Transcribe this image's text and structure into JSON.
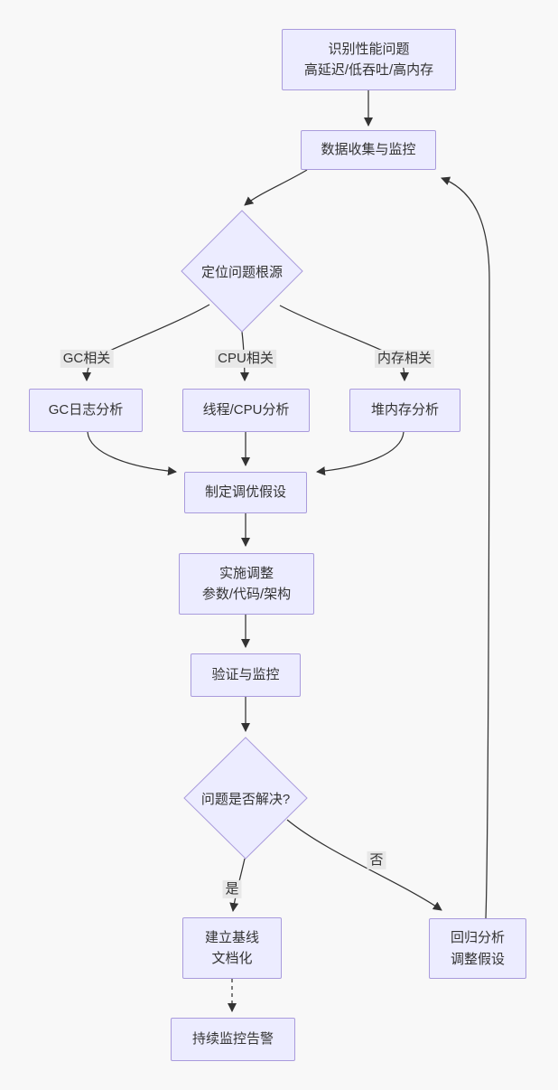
{
  "diagram": {
    "type": "flowchart",
    "direction": "top-down",
    "colors": {
      "background": "#f8f8f8",
      "node_fill": "#ECECFF",
      "node_border": "#A99BDC",
      "edge_stroke": "#333333",
      "edge_label_bg": "#e8e8e8",
      "text": "#333333"
    },
    "nodes": {
      "identify": {
        "label": "识别性能问题\n高延迟/低吞吐/高内存",
        "shape": "rect"
      },
      "collect": {
        "label": "数据收集与监控",
        "shape": "rect"
      },
      "locate": {
        "label": "定位问题根源",
        "shape": "diamond"
      },
      "gc_analysis": {
        "label": "GC日志分析",
        "shape": "rect"
      },
      "thread_cpu_analysis": {
        "label": "线程/CPU分析",
        "shape": "rect"
      },
      "heap_analysis": {
        "label": "堆内存分析",
        "shape": "rect"
      },
      "hypothesis": {
        "label": "制定调优假设",
        "shape": "rect"
      },
      "implement": {
        "label": "实施调整\n参数/代码/架构",
        "shape": "rect"
      },
      "verify": {
        "label": "验证与监控",
        "shape": "rect"
      },
      "solved": {
        "label": "问题是否解决?",
        "shape": "diamond"
      },
      "baseline": {
        "label": "建立基线\n文档化",
        "shape": "rect"
      },
      "monitor": {
        "label": "持续监控告警",
        "shape": "rect"
      },
      "regression": {
        "label": "回归分析\n调整假设",
        "shape": "rect"
      }
    },
    "edges": [
      {
        "from": "identify",
        "to": "collect",
        "label": "",
        "style": "solid"
      },
      {
        "from": "collect",
        "to": "locate",
        "label": "",
        "style": "solid"
      },
      {
        "from": "locate",
        "to": "gc_analysis",
        "label": "GC相关",
        "style": "solid"
      },
      {
        "from": "locate",
        "to": "thread_cpu_analysis",
        "label": "CPU相关",
        "style": "solid"
      },
      {
        "from": "locate",
        "to": "heap_analysis",
        "label": "内存相关",
        "style": "solid"
      },
      {
        "from": "gc_analysis",
        "to": "hypothesis",
        "label": "",
        "style": "solid"
      },
      {
        "from": "thread_cpu_analysis",
        "to": "hypothesis",
        "label": "",
        "style": "solid"
      },
      {
        "from": "heap_analysis",
        "to": "hypothesis",
        "label": "",
        "style": "solid"
      },
      {
        "from": "hypothesis",
        "to": "implement",
        "label": "",
        "style": "solid"
      },
      {
        "from": "implement",
        "to": "verify",
        "label": "",
        "style": "solid"
      },
      {
        "from": "verify",
        "to": "solved",
        "label": "",
        "style": "solid"
      },
      {
        "from": "solved",
        "to": "baseline",
        "label": "是",
        "style": "solid"
      },
      {
        "from": "solved",
        "to": "regression",
        "label": "否",
        "style": "solid"
      },
      {
        "from": "regression",
        "to": "collect",
        "label": "",
        "style": "solid"
      },
      {
        "from": "baseline",
        "to": "monitor",
        "label": "",
        "style": "dashed"
      }
    ]
  }
}
